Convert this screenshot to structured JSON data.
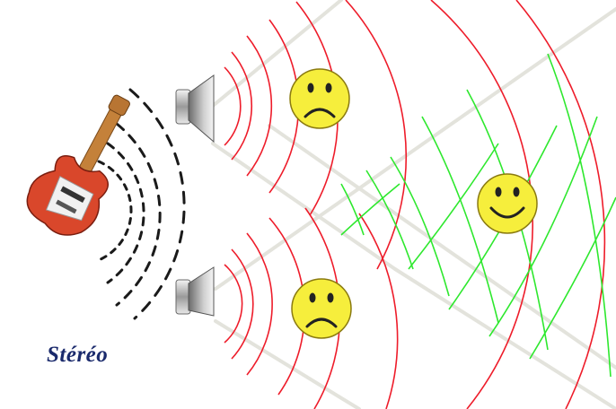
{
  "caption": "Stéréo",
  "colors": {
    "beam_edge": "#e3e3dc",
    "wave_mono": "#ee1c2a",
    "wave_stereo": "#2ee82e",
    "guitar_body": "#d9472b",
    "guitar_neck": "#c4813a",
    "face": "#f6ee3c",
    "face_outline": "#8a7a10",
    "speaker_metal": "#b9b9b9",
    "caption": "#1a2a6c"
  },
  "icons": [
    "guitar-icon",
    "speaker-icon",
    "sad-face-icon",
    "happy-face-icon"
  ],
  "speakers": [
    {
      "name": "top-speaker",
      "listener": "sad"
    },
    {
      "name": "bottom-speaker",
      "listener": "sad"
    }
  ],
  "center_listener": "happy"
}
